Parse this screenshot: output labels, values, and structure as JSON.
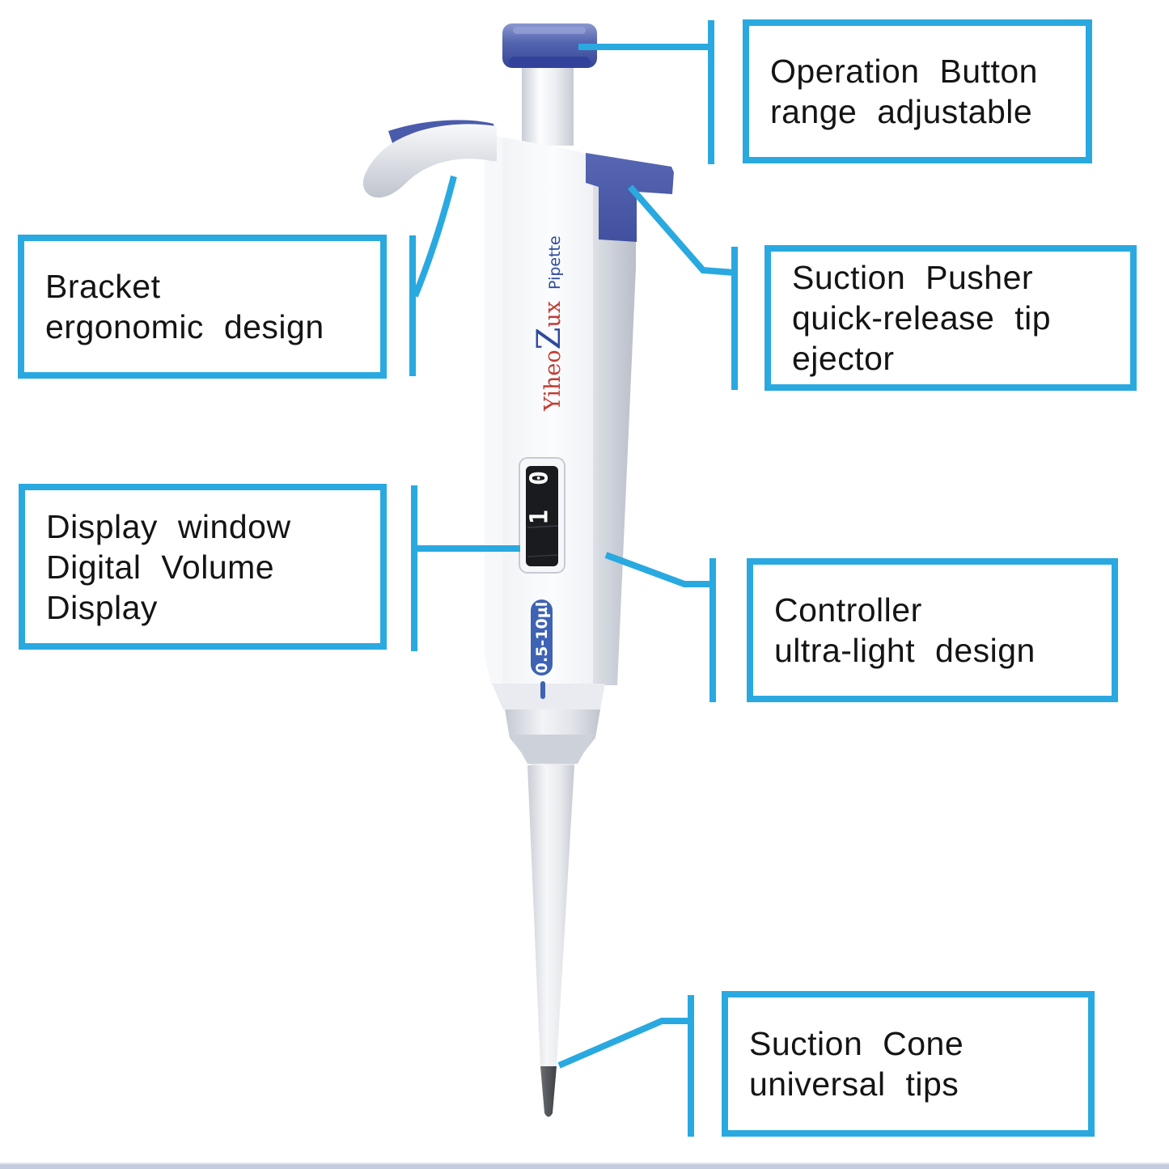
{
  "callouts": [
    {
      "id": "operation-button",
      "lines": [
        "Operation Button",
        "range adjustable"
      ]
    },
    {
      "id": "suction-pusher",
      "lines": [
        "Suction Pusher",
        "quick-release tip",
        "ejector"
      ]
    },
    {
      "id": "bracket",
      "lines": [
        "Bracket",
        "ergonomic design"
      ]
    },
    {
      "id": "display-window",
      "lines": [
        "Display window",
        "Digital Volume",
        "Display"
      ]
    },
    {
      "id": "controller",
      "lines": [
        "Controller",
        "ultra-light design"
      ]
    },
    {
      "id": "suction-cone",
      "lines": [
        "Suction Cone",
        "universal tips"
      ]
    }
  ],
  "pipette": {
    "brand_red_1": "Yiheo",
    "brand_blue_z": "Z",
    "brand_red_2": "ux",
    "brand_model": "Pipette",
    "display_value": "1 0",
    "volume_range": "0.5-10µl"
  },
  "colors": {
    "accent": "#29a9e0",
    "text": "#141414",
    "pipette_blue": "#4d5dad",
    "pill_blue": "#3f63b4",
    "brand_red": "#c23b34",
    "brand_blue": "#2e4a9e",
    "display_black": "#1a1b1e",
    "footer_strip": "#c3cbdf"
  }
}
